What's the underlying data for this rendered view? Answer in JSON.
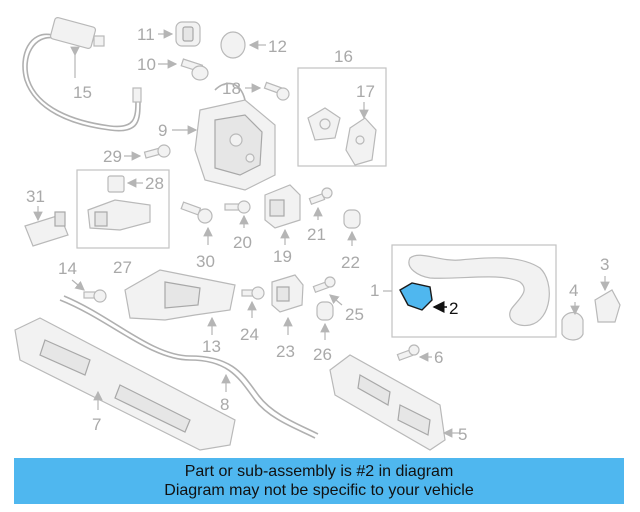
{
  "callouts": {
    "c1": "1",
    "c2": "2",
    "c3": "3",
    "c4": "4",
    "c5": "5",
    "c6": "6",
    "c7": "7",
    "c8": "8",
    "c9": "9",
    "c10": "10",
    "c11": "11",
    "c12": "12",
    "c13": "13",
    "c14": "14",
    "c15": "15",
    "c16": "16",
    "c17": "17",
    "c18": "18",
    "c19": "19",
    "c20": "20",
    "c21": "21",
    "c22": "22",
    "c23": "23",
    "c24": "24",
    "c25": "25",
    "c26": "26",
    "c27": "27",
    "c28": "28",
    "c29": "29",
    "c30": "30",
    "c31": "31"
  },
  "highlighted_part": "2",
  "colors": {
    "highlight": "#4fb7ef",
    "banner": "#4fb7ef",
    "part_line": "#b9b9b9",
    "callout_text": "#a9a9a9"
  },
  "banner": {
    "line1": "Part or sub-assembly is #2 in diagram",
    "line2": "Diagram may not be specific to your vehicle"
  }
}
